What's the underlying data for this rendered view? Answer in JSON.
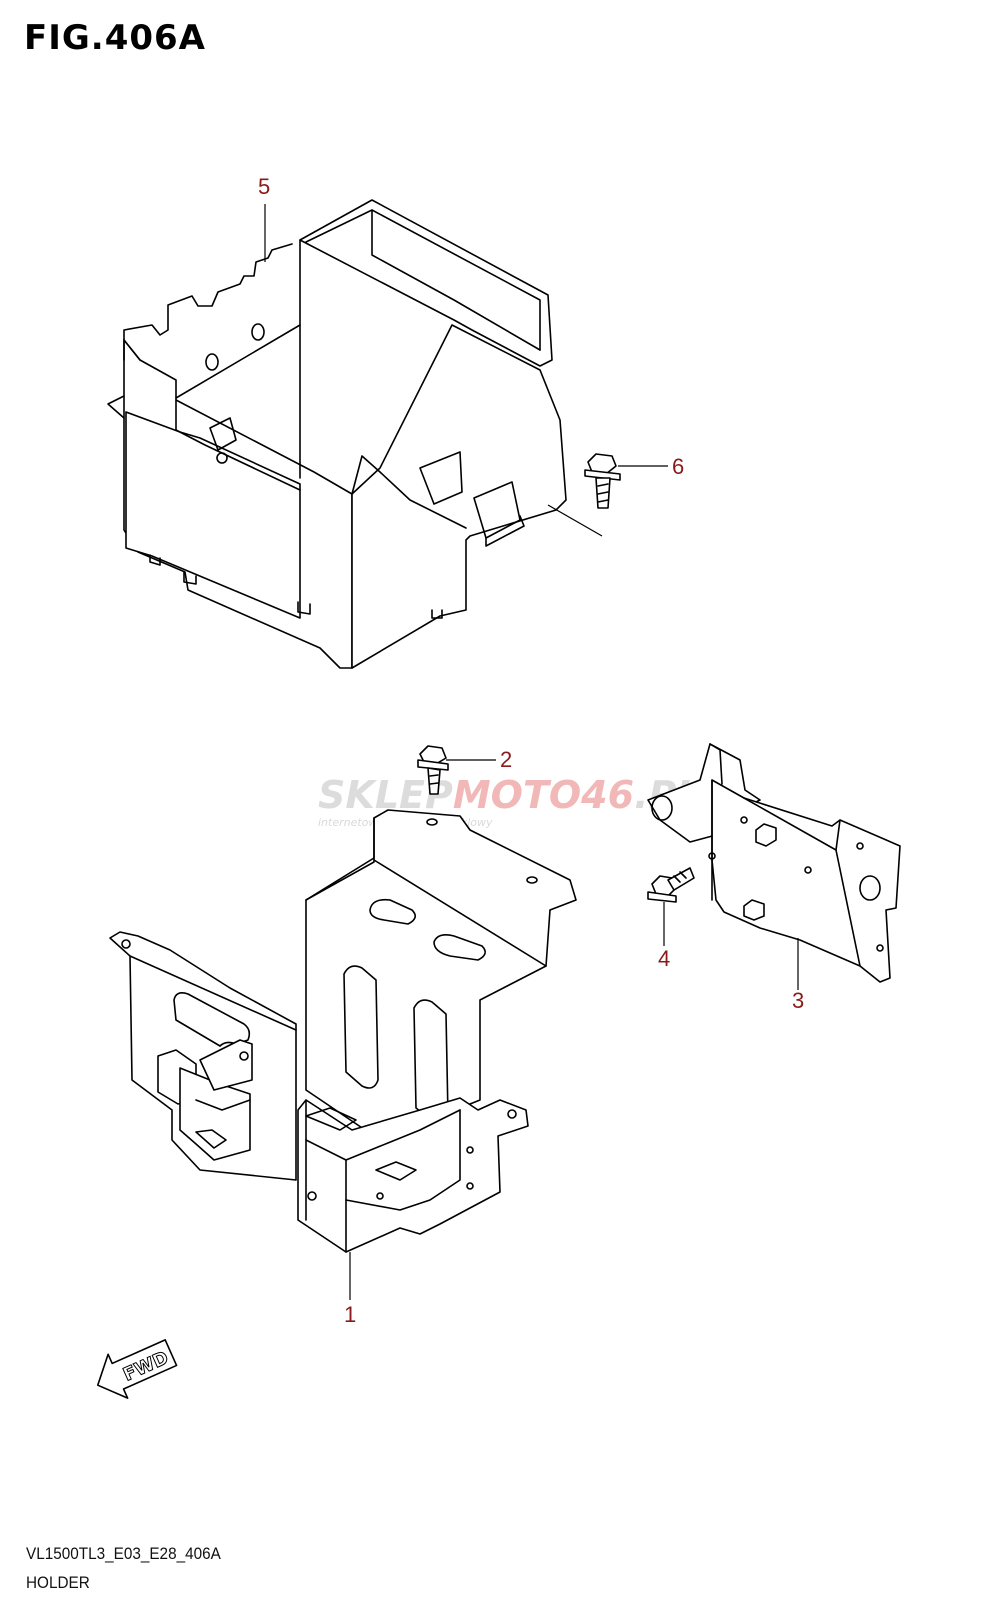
{
  "figure": {
    "title": "FIG.406A",
    "code": "VL1500TL3_E03_E28_406A",
    "subtitle": "HOLDER"
  },
  "callouts": [
    {
      "id": "c1",
      "label": "1"
    },
    {
      "id": "c2",
      "label": "2"
    },
    {
      "id": "c3",
      "label": "3"
    },
    {
      "id": "c4",
      "label": "4"
    },
    {
      "id": "c5",
      "label": "5"
    },
    {
      "id": "c6",
      "label": "6"
    }
  ],
  "fwd_label": "FWD",
  "watermark": {
    "part1": "SKLEP",
    "part2": "MOTO46",
    "part3": ".PL",
    "tagline": "internetowy sklep motocyklowy"
  },
  "colors": {
    "callout": "#8b1a1a",
    "watermark_gray": "#d4d4d4",
    "watermark_red": "#f2b8b8"
  }
}
